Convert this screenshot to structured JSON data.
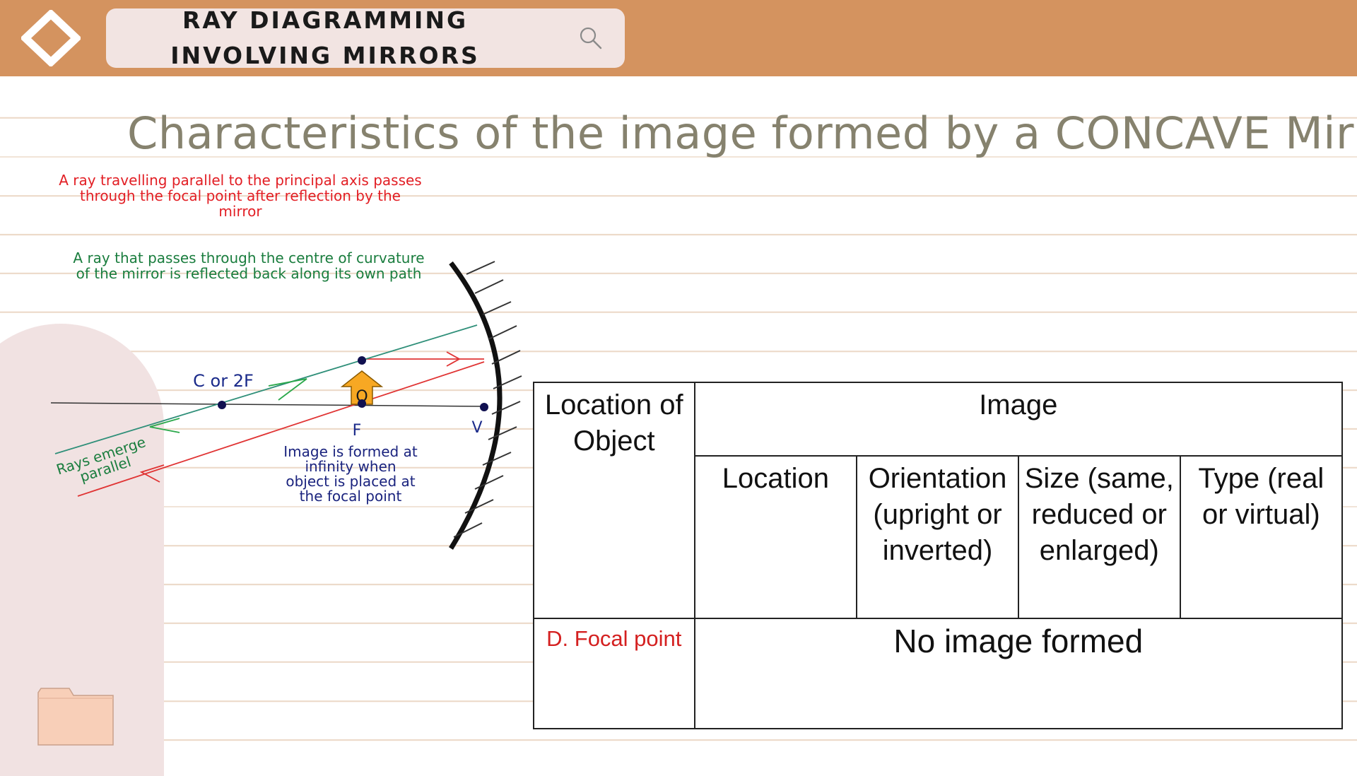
{
  "header": {
    "title_line1": "RAY DIAGRAMMING",
    "title_line2": "INVOLVING MIRRORS",
    "logo_icon": "diamond-logo-icon",
    "search_icon": "search-icon",
    "bg_color": "#d4935f"
  },
  "page_title": "Characteristics of the image formed by a CONCAVE Mirror",
  "diagram": {
    "note_red": [
      "A ray travelling parallel to the principal axis passes",
      "through the focal point after reflection by the",
      "mirror"
    ],
    "note_green": [
      "A ray that passes through the centre of curvature",
      "of the mirror is reflected back along its own path"
    ],
    "label_c": "C or 2F",
    "label_object": "O",
    "label_f": "F",
    "label_v": "V",
    "note_rays": [
      "Rays emerge",
      "parallel"
    ],
    "note_image": [
      "Image is formed at",
      "infinity when",
      "object is placed at",
      "the focal point"
    ]
  },
  "table": {
    "header_location_of_object": "Location of Object",
    "header_image": "Image",
    "sub_headers": [
      "Location",
      "Orientation (upright or inverted)",
      "Size (same, reduced or enlarged)",
      "Type (real or virtual)"
    ],
    "row": {
      "object_location": "D. Focal point",
      "result": "No image formed"
    }
  },
  "footer": {
    "folder_icon": "folder-icon"
  }
}
